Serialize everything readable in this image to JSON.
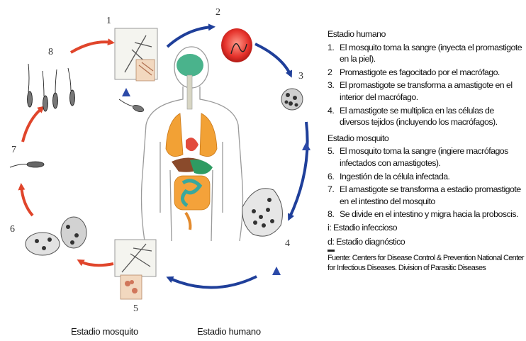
{
  "diagram": {
    "stage_numbers": [
      "1",
      "2",
      "3",
      "4",
      "5",
      "6",
      "7",
      "8"
    ],
    "caption_left": "Estadio mosquito",
    "caption_right": "Estadio humano",
    "colors": {
      "human_arrows": "#1f3f9a",
      "mosquito_arrows": "#e0452b",
      "triangle": "#2c4aa8"
    }
  },
  "legend": {
    "human_header": "Estadio humano",
    "human_steps": [
      {
        "n": "1.",
        "text": "El mosquito toma la sangre (inyecta el promastigote en la piel)."
      },
      {
        "n": "2",
        "text": "Promastigote es fagocitado por el macrófago."
      },
      {
        "n": "3.",
        "text": "El promastigote se transforma a amastigote en el interior del macrófago."
      },
      {
        "n": "4.",
        "text": "El amastigote se multiplica en las células de diversos tejidos (incluyendo los macrófagos)."
      }
    ],
    "mosquito_header": "Estadio mosquito",
    "mosquito_steps": [
      {
        "n": "5.",
        "text": "El mosquito toma la sangre (ingiere macrófagos infectados con amastigotes)."
      },
      {
        "n": "6.",
        "text": "Ingestión de la célula infectada."
      },
      {
        "n": "7.",
        "text": "El amastigote se transforma a estadio promastigote en el intestino del mosquito"
      },
      {
        "n": "8.",
        "text": "Se divide en el intestino y migra hacia la proboscis."
      }
    ],
    "infective": "i: Estadio infeccioso",
    "diagnostic": "d: Estadio diagnóstico",
    "source": "Fuente: Centers for Disease Control & Prevention National Center for Infectious Diseases. Division of Parasitic Diseases"
  }
}
